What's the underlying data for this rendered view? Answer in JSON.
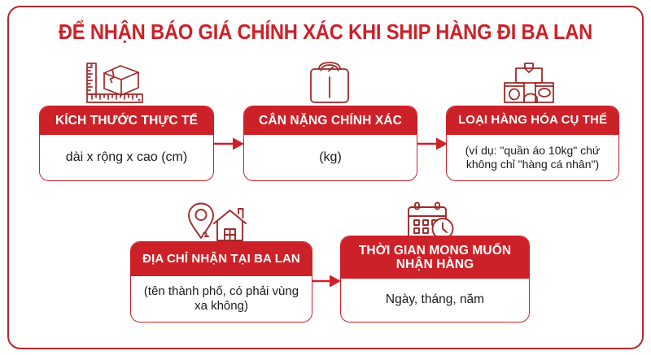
{
  "title": "ĐỂ NHẬN BÁO GIÁ CHÍNH XÁC KHI SHIP HÀNG ĐI BA LAN",
  "colors": {
    "brand_red": "#cc2128",
    "frame_red": "#b4282d",
    "header_text": "#ffffff",
    "body_text": "#1a1a1a",
    "background": "#ffffff"
  },
  "cards": [
    {
      "id": "size",
      "icon": "ruler-box-icon",
      "header": "KÍCH THƯỚC THỰC TẾ",
      "body": "dài x rộng x cao (cm)"
    },
    {
      "id": "weight",
      "icon": "weighing-scale-icon",
      "header": "CÂN NẶNG CHÍNH XÁC",
      "body": "(kg)"
    },
    {
      "id": "goods",
      "icon": "packages-icon",
      "header": "LOẠI HÀNG HÓA CỤ THỂ",
      "body": "(ví dụ: \"quần áo 10kg\" chứ không chỉ \"hàng cá nhân\")"
    },
    {
      "id": "address",
      "icon": "location-pin-house-icon",
      "header": "ĐỊA CHỈ NHẬN TẠI BA LAN",
      "body": "(tên thành phố, có phải vùng xa không)"
    },
    {
      "id": "time",
      "icon": "calendar-clock-icon",
      "header": "THỜI GIAN MONG MUỐN NHẬN HÀNG",
      "body": "Ngày, tháng, năm"
    }
  ],
  "arrows": [
    {
      "id": "arrow-size-to-weight",
      "direction": "right"
    },
    {
      "id": "arrow-weight-to-goods",
      "direction": "right"
    },
    {
      "id": "arrow-address-to-time",
      "direction": "right"
    }
  ]
}
